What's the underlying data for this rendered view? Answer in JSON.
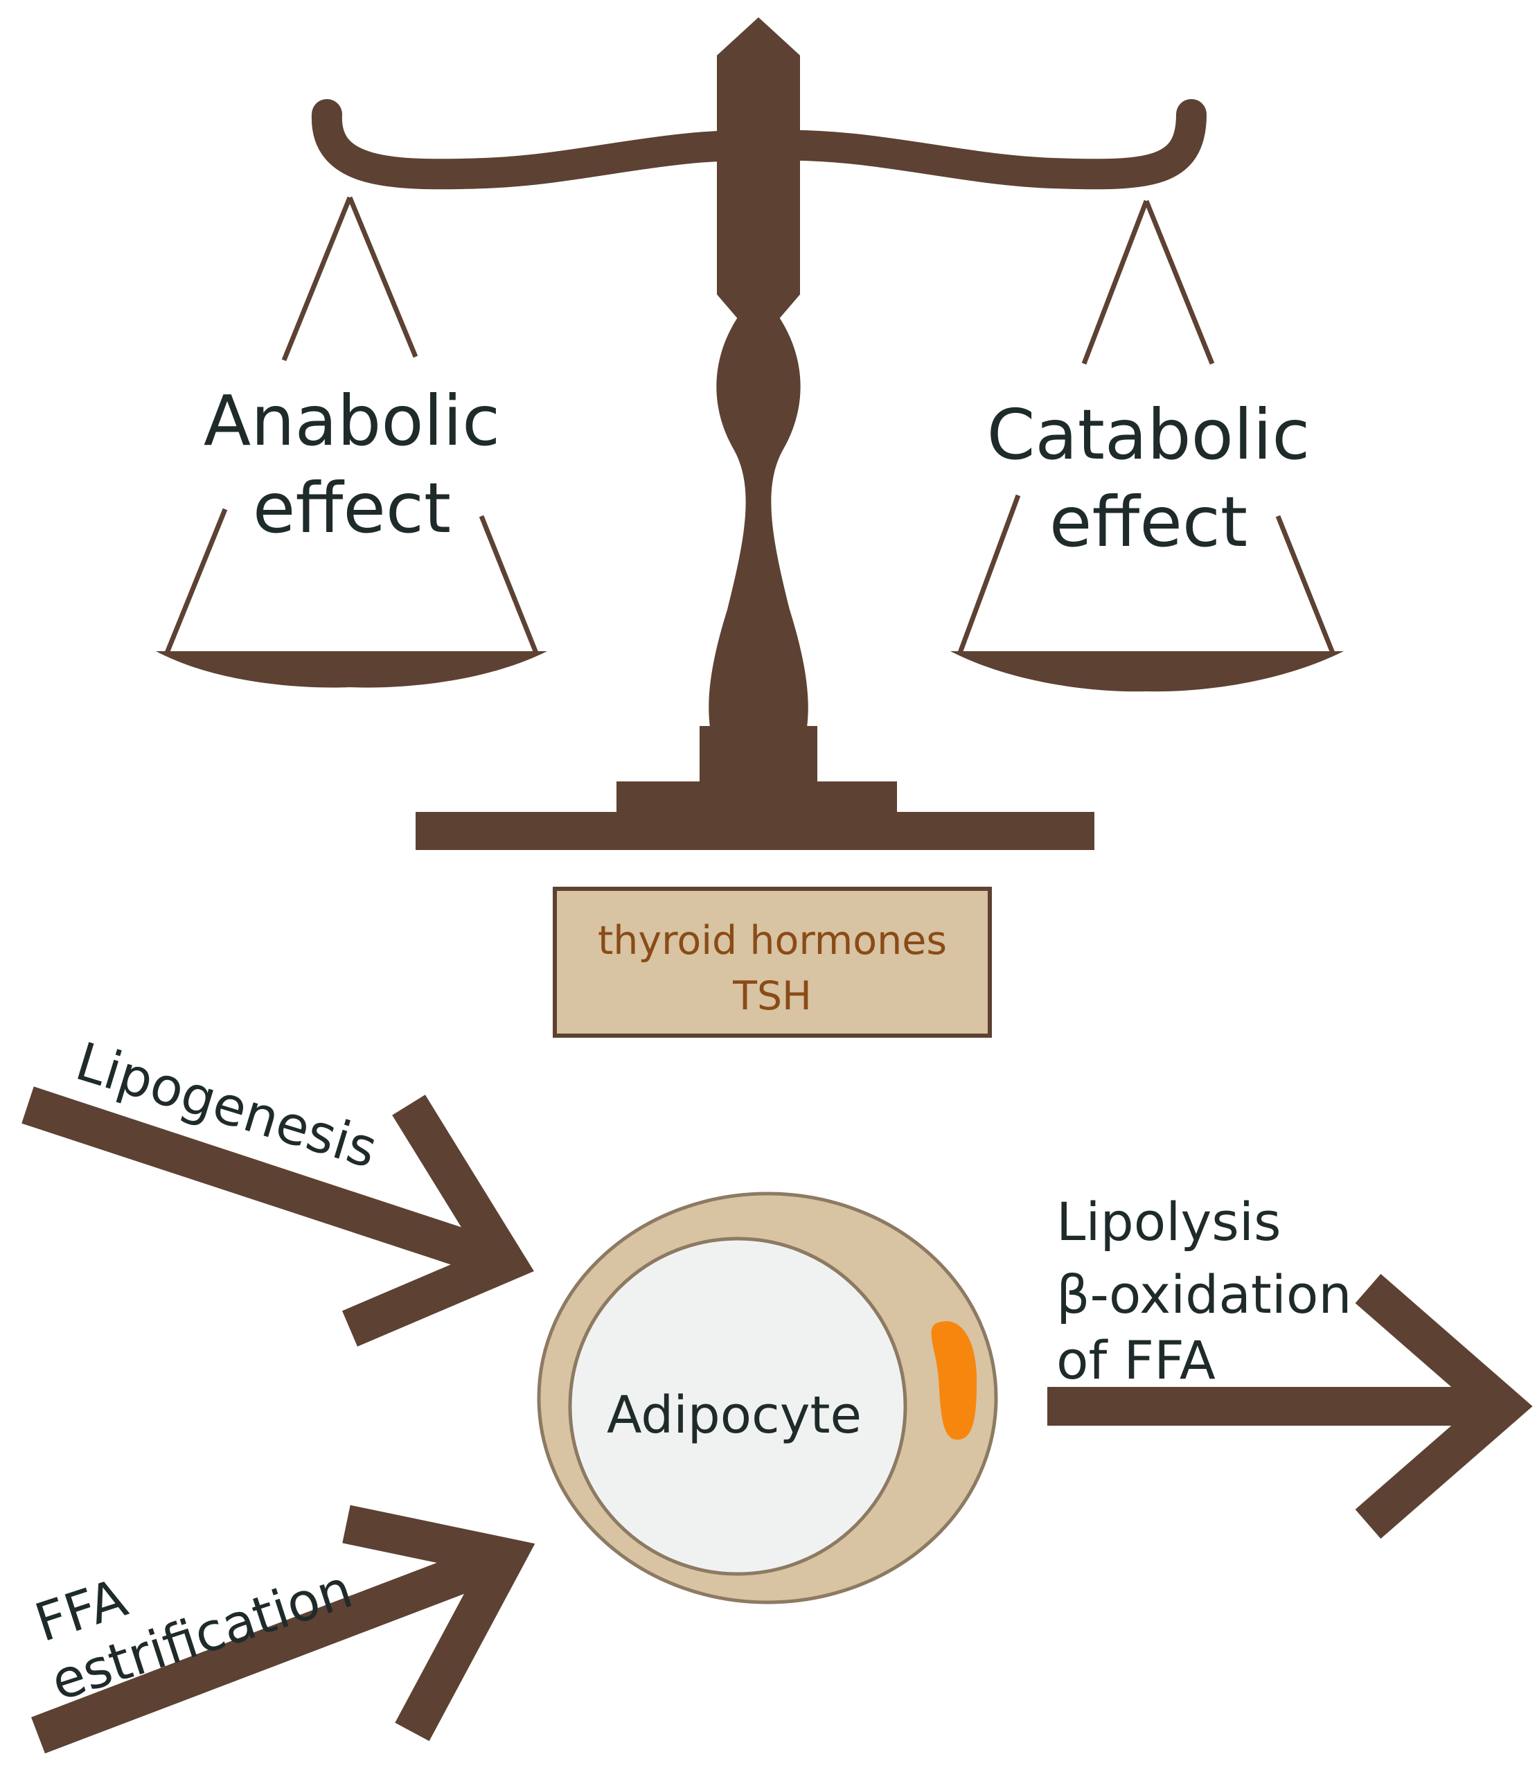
{
  "colors": {
    "scale_brown": "#5d4132",
    "arrow_brown": "#5d4132",
    "box_fill": "#d8c3a3",
    "box_border": "#5d4132",
    "box_text": "#8a4b16",
    "cell_outer": "#d8c3a3",
    "cell_rim": "#8c7a62",
    "cell_inner": "#f0f2f2",
    "nucleus": "#f7860f",
    "text_dark": "#1f2a2a"
  },
  "scale": {
    "left_pan_lines": [
      "Anabolic",
      "effect"
    ],
    "right_pan_lines": [
      "Catabolic",
      "effect"
    ]
  },
  "regulator_box": {
    "lines": [
      "thyroid hormones",
      "TSH"
    ]
  },
  "arrows": {
    "lipogenesis": "Lipogenesis",
    "estrification_lines": [
      "FFA",
      "estrification"
    ],
    "output_lines": [
      "Lipolysis",
      "β-oxidation",
      "of FFA"
    ]
  },
  "cell": {
    "label": "Adipocyte"
  }
}
